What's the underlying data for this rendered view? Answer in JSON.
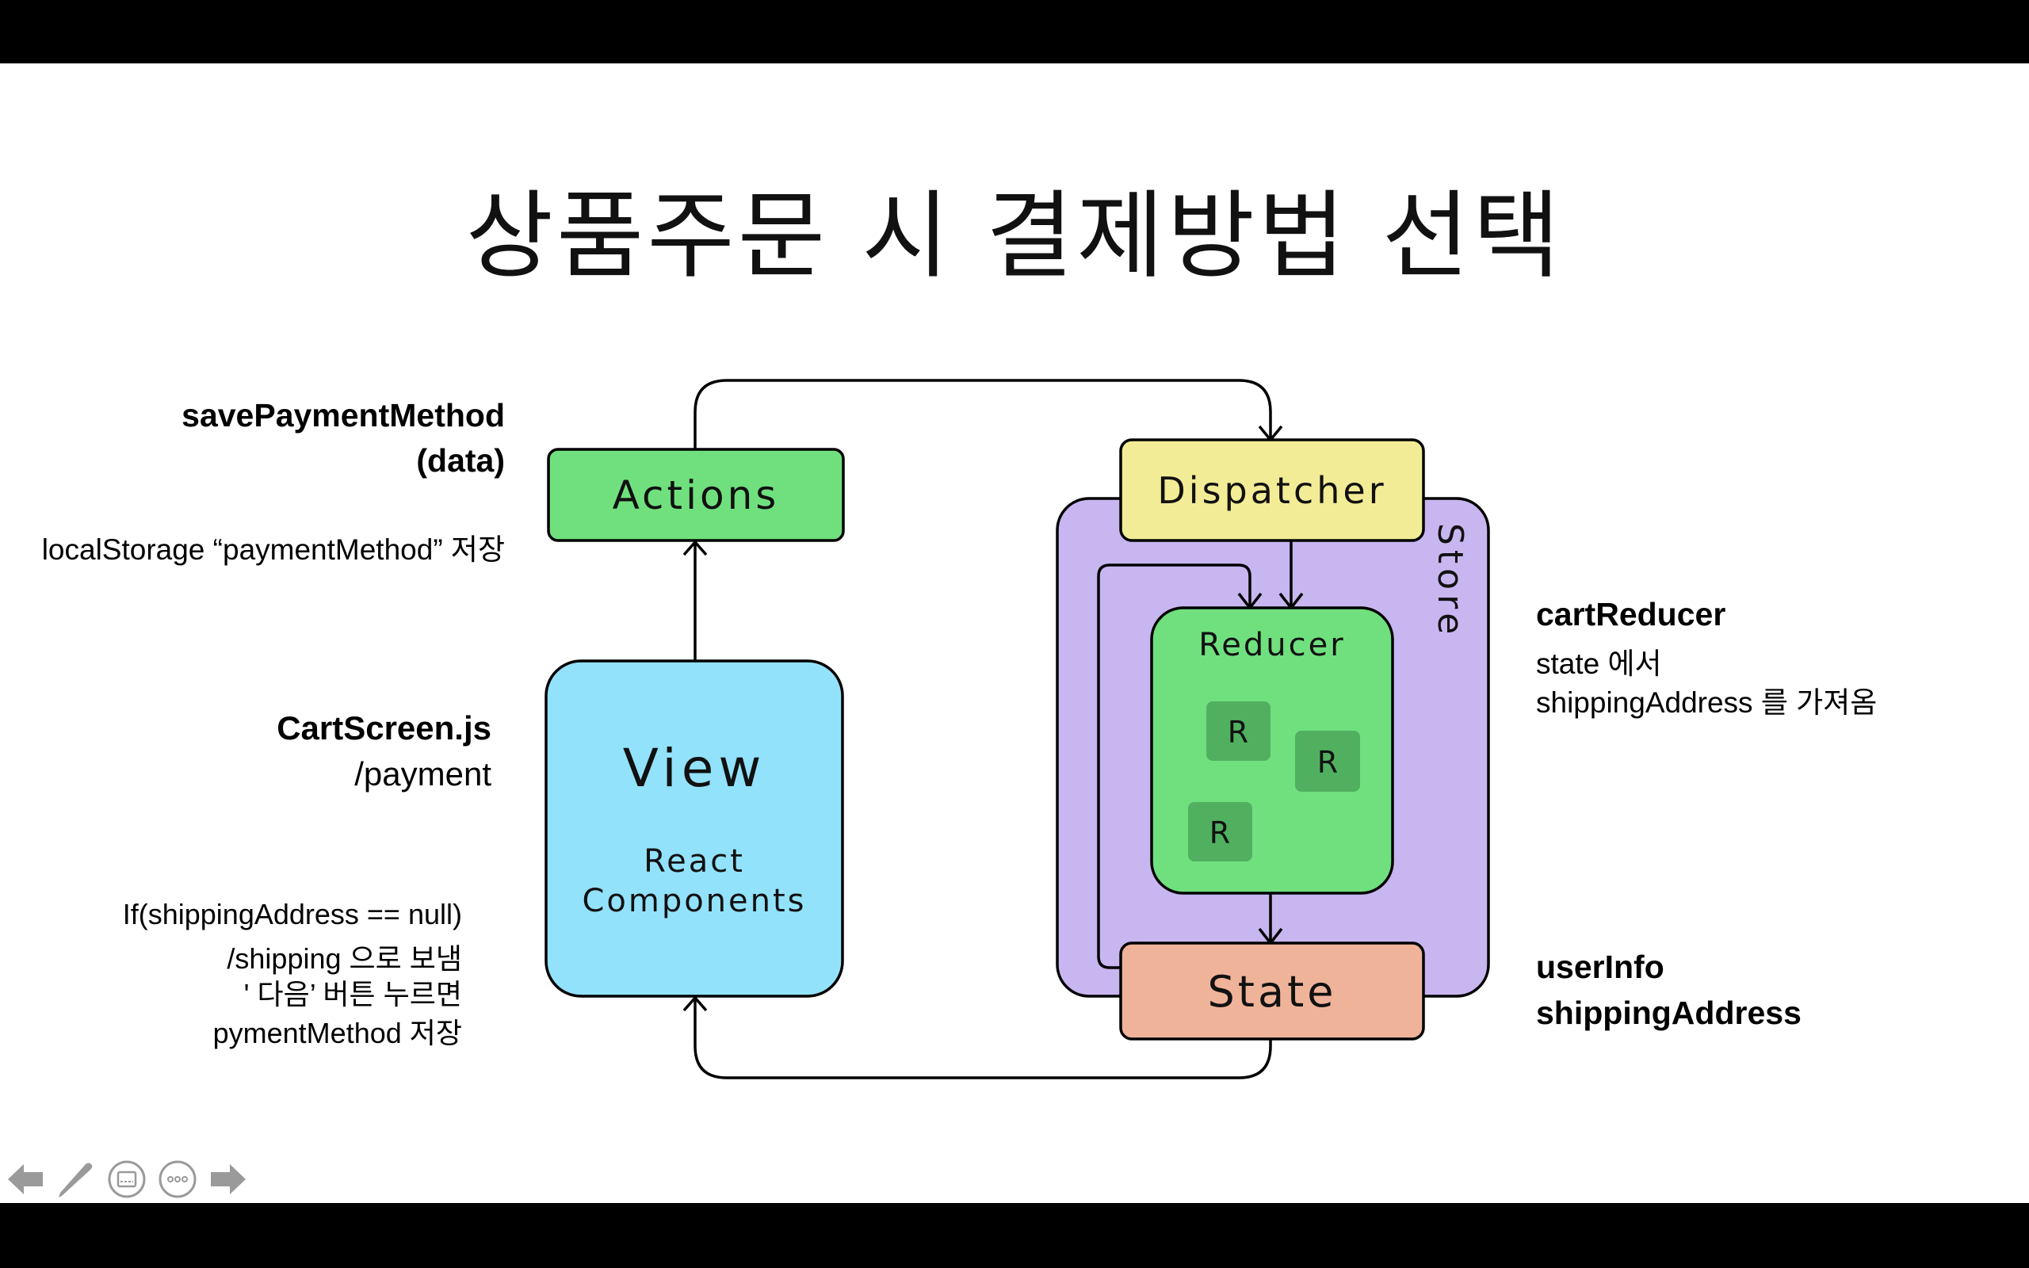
{
  "title": "상품주문 시 결제방법 선택",
  "left_notes": {
    "action_name": "savePaymentMethod",
    "action_arg": "(data)",
    "local_storage": "localStorage “paymentMethod” 저장",
    "screen_name": "CartScreen.js",
    "route": "/payment",
    "logic": [
      "If(shippingAddress == null)",
      "/shipping 으로 보냄",
      "' 다음’ 버튼 누르면",
      "pymentMethod 저장"
    ]
  },
  "right_notes": {
    "reducer_name": "cartReducer",
    "reducer_desc": [
      "state 에서",
      "shippingAddress 를 가져옴"
    ],
    "state_fields": [
      "userInfo",
      "shippingAddress"
    ]
  },
  "diagram": {
    "actions": "Actions",
    "dispatcher": "Dispatcher",
    "store": "Store",
    "reducer": "Reducer",
    "r_items": [
      "R",
      "R",
      "R"
    ],
    "state": "State",
    "view": "View",
    "view_sub": [
      "React",
      "Components"
    ],
    "colors": {
      "actions": "#70e07e",
      "dispatcher": "#f3ec96",
      "store": "#c8b6f0",
      "reducer": "#70e07e",
      "r_item": "#50b060",
      "state": "#efb39a",
      "view": "#93e2fb"
    }
  },
  "controls": [
    "previous-slide",
    "pen",
    "subtitles",
    "more-options",
    "next-slide"
  ]
}
